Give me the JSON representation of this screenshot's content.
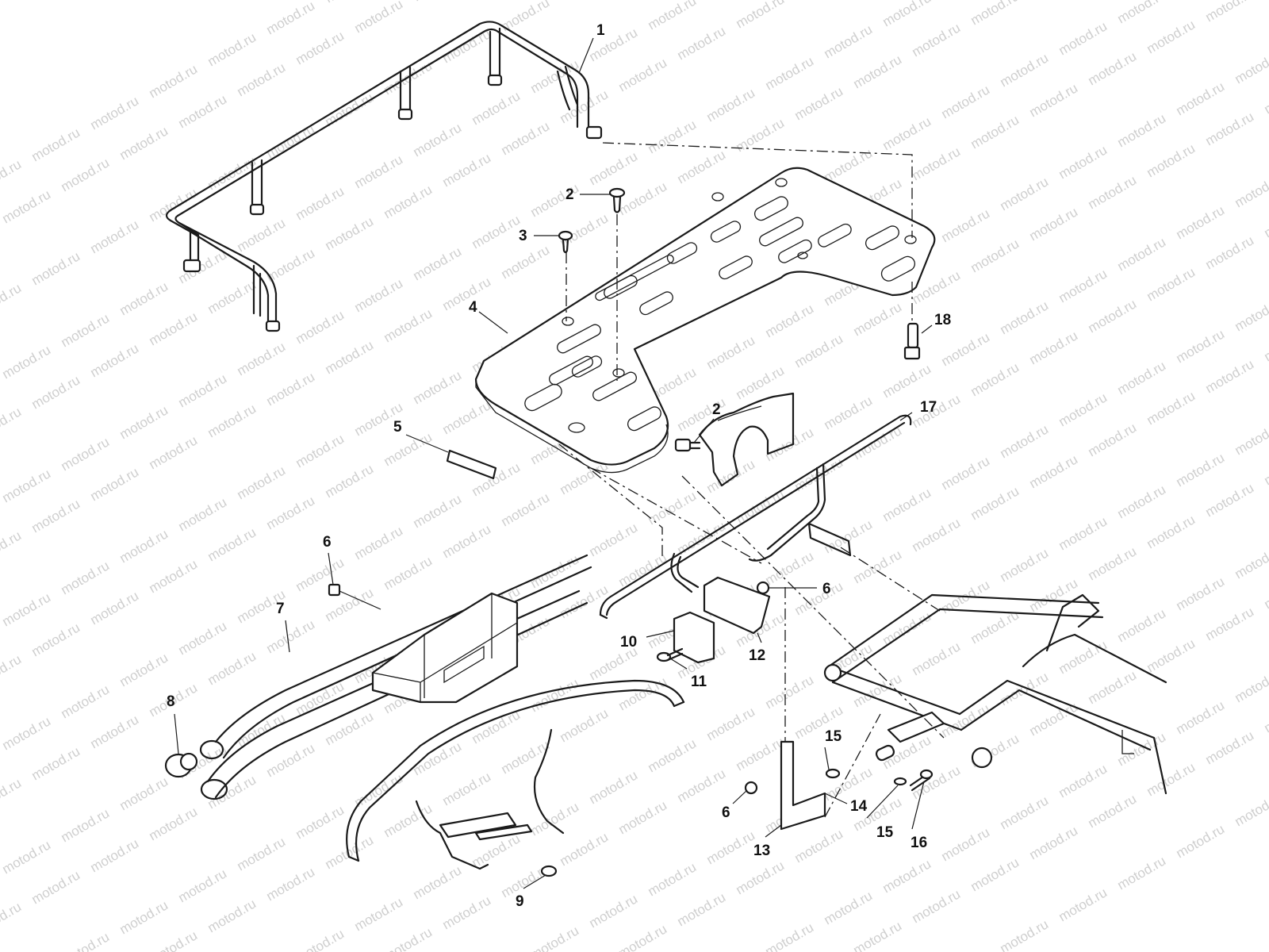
{
  "watermark": {
    "text": "motod.ru",
    "color": "#cfcfcf"
  },
  "callouts": [
    {
      "id": "c1",
      "label": "1"
    },
    {
      "id": "c2a",
      "label": "2"
    },
    {
      "id": "c3",
      "label": "3"
    },
    {
      "id": "c4",
      "label": "4"
    },
    {
      "id": "c18",
      "label": "18"
    },
    {
      "id": "c2b",
      "label": "2"
    },
    {
      "id": "c17",
      "label": "17"
    },
    {
      "id": "c5",
      "label": "5"
    },
    {
      "id": "c6a",
      "label": "6"
    },
    {
      "id": "c7",
      "label": "7"
    },
    {
      "id": "c6b",
      "label": "6"
    },
    {
      "id": "c10",
      "label": "10"
    },
    {
      "id": "c12",
      "label": "12"
    },
    {
      "id": "c11",
      "label": "11"
    },
    {
      "id": "c8",
      "label": "8"
    },
    {
      "id": "c15a",
      "label": "15"
    },
    {
      "id": "c6c",
      "label": "6"
    },
    {
      "id": "c14",
      "label": "14"
    },
    {
      "id": "c15b",
      "label": "15"
    },
    {
      "id": "c16",
      "label": "16"
    },
    {
      "id": "c13",
      "label": "13"
    },
    {
      "id": "c9",
      "label": "9"
    }
  ]
}
